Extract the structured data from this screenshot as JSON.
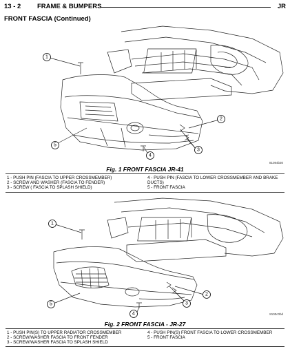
{
  "header": {
    "page": "13 - 2",
    "section": "FRAME & BUMPERS",
    "code": "JR"
  },
  "subheading": "FRONT FASCIA (Continued)",
  "figure1": {
    "caption": "Fig. 1 FRONT FASCIA JR-41",
    "image_id": "81084b30",
    "callouts": [
      "1",
      "2",
      "3",
      "4",
      "5"
    ],
    "legend_left": [
      "1 - PUSH PIN (FASCIA TO UPPER CROSSMEMBER)",
      "2 - SCREW AND WASHER (FASCIA TO FENDER)",
      "3 - SCREW ( FASCIA TO SPLASH SHIELD)"
    ],
    "legend_right": [
      "4 - PUSH PIN (FASCIA TO LOWER CROSSMEMBER AND BRAKE",
      "DUCTS)",
      "5 - FRONT FASCIA"
    ]
  },
  "figure2": {
    "caption": "Fig. 2 FRONT FASCIA - JR-27",
    "image_id": "8100c0bd",
    "callouts": [
      "1",
      "2",
      "3",
      "4",
      "5"
    ],
    "legend_left": [
      "1 - PUSH PIN(S) TO UPPER RADIATOR CROSSMEMBER",
      "2 - SCREW/WASHER FASCIA TO FRONT FENDER",
      "3 - SCREW/WASHER FASCIA TO SPLASH SHIELD"
    ],
    "legend_right": [
      "4 - PUSH PIN(S) FRONT FASCIA TO LOWER CROSSMEMBER",
      "5 - FRONT FASCIA"
    ]
  }
}
